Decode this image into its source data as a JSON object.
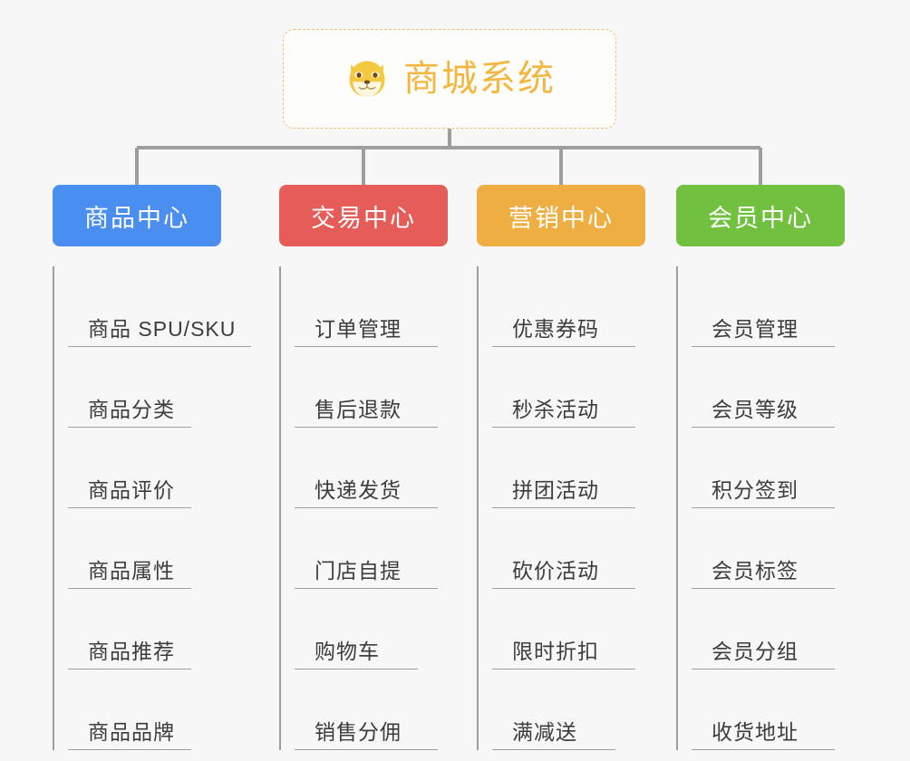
{
  "root": {
    "title": "商城系统",
    "icon": "shiba-dog-icon",
    "accent_color": "#f3b740",
    "border_color": "#f0c270",
    "background": "#fdfdfc"
  },
  "canvas": {
    "background": "#f7f7f7",
    "connector_color": "#9e9e9e"
  },
  "branches": [
    {
      "label": "商品中心",
      "color": "#4a8ef0",
      "items": [
        "商品 SPU/SKU",
        "商品分类",
        "商品评价",
        "商品属性",
        "商品推荐",
        "商品品牌"
      ]
    },
    {
      "label": "交易中心",
      "color": "#e65c58",
      "items": [
        "订单管理",
        "售后退款",
        "快递发货",
        "门店自提",
        "购物车",
        "销售分佣"
      ]
    },
    {
      "label": "营销中心",
      "color": "#eeae42",
      "items": [
        "优惠券码",
        "秒杀活动",
        "拼团活动",
        "砍价活动",
        "限时折扣",
        "满减送"
      ]
    },
    {
      "label": "会员中心",
      "color": "#72c040",
      "items": [
        "会员管理",
        "会员等级",
        "积分签到",
        "会员标签",
        "会员分组",
        "收货地址"
      ]
    }
  ]
}
